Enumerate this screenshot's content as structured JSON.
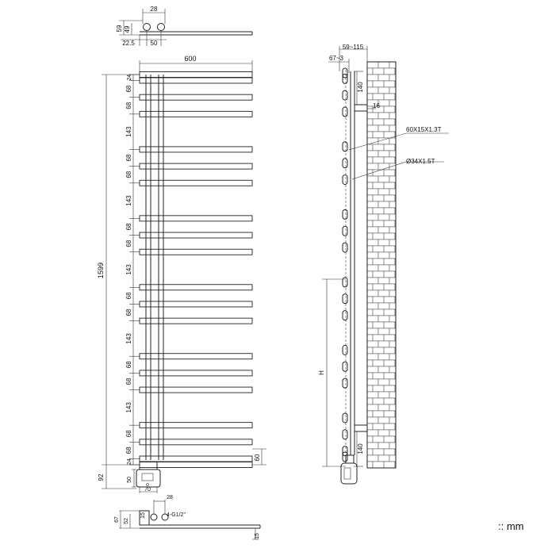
{
  "unit": ":: mm",
  "front_view": {
    "width_label": "600",
    "height_label": "1599",
    "bar_group_label": "60",
    "segments": [
      "24",
      "68",
      "68",
      "143",
      "68",
      "68",
      "143",
      "68",
      "68",
      "143",
      "68",
      "68",
      "143",
      "68",
      "68",
      "143",
      "68",
      "68",
      "24"
    ]
  },
  "top_view": {
    "width_label": "28",
    "depth_outer": "59",
    "depth_inner": "49",
    "offset_left": "22.5",
    "offset_right": "50"
  },
  "element": {
    "offset_label": "92",
    "width_label": "50",
    "depth_label": "70"
  },
  "valve_detail": {
    "width_label": "28",
    "thread_label": "4-G1/2\"",
    "h1": "67",
    "h2": "52",
    "h3": "15",
    "plate_label": "15"
  },
  "side_view": {
    "top_width": "59~115",
    "top_left": "67~3",
    "bracket_top": "140",
    "bracket_bottom": "140",
    "bracket_depth": "16",
    "bar_spec": "60X15X1.3T",
    "tube_spec": "Ø34X1.5T",
    "height_symbol": "H"
  }
}
